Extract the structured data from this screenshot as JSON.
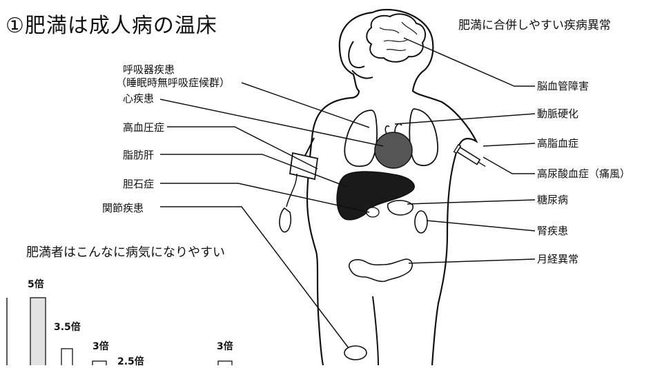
{
  "title": "①肥満は成人病の温床",
  "right_heading": "肥満に合併しやすい疾病異常",
  "left_labels": {
    "respiratory": "呼吸器疾患",
    "respiratory_sub": "（睡眠時無呼吸症候群）",
    "heart": "心疾患",
    "hypertension": "高血圧症",
    "fatty_liver": "脂肪肝",
    "gallstones": "胆石症",
    "joint": "関節疾患"
  },
  "right_labels": {
    "stroke": "脳血管障害",
    "arteriosclerosis": "動脈硬化",
    "hyperlipidemia": "高脂血症",
    "hyperuricemia": "高尿酸血症（痛風）",
    "diabetes": "糖尿病",
    "kidney": "腎疾患",
    "menstrual": "月経異常"
  },
  "chart": {
    "subtitle": "肥満者はこんなに病気になりやすい",
    "multipliers": [
      "5倍",
      "3.5倍",
      "3倍",
      "2.5倍",
      "3倍"
    ]
  },
  "colors": {
    "line": "#111111",
    "organ_dark": "#1a1a1a",
    "bar_fill": "#e2e2e2"
  }
}
